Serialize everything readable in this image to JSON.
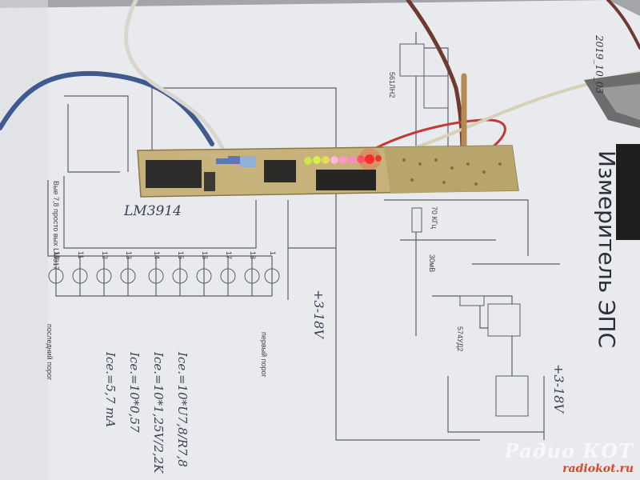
{
  "photo": {
    "board_label": "LM3914",
    "date": "2019_10_03",
    "title_rotated": "Измеритель ЭПС",
    "supply_left": "+3-18V",
    "supply_right": "+3-18V",
    "notes": [
      "Ice.=10*U7,8/R7,8",
      "Ice.=10*1,25V/2,2K",
      "Ice.=10*0,57",
      "Ice.=5,7 mA"
    ],
    "labels": {
      "first_porog": "первый порог",
      "last_porog": "последний порог",
      "chip_da2": "574УД2",
      "chip_561": "561ЛН2",
      "r_70k": "70 КГц",
      "r_30mv": "30мВ",
      "ref_note": "Вые 7,8 просто вых LM317"
    },
    "led_numbers": [
      "10",
      "11",
      "12",
      "13",
      "14",
      "15",
      "16",
      "17",
      "18",
      "1"
    ],
    "colors": {
      "paper": "#e9ebef",
      "pcb": "#c7b47a",
      "led_on_red": "#ff2a2a",
      "led_on_yellow": "#d8f04a",
      "led_on_pink": "#ff8ac0",
      "wm_red": "#e0442a"
    },
    "watermark": {
      "title": "Радио КОТ",
      "url": "radiokot.ru"
    }
  }
}
